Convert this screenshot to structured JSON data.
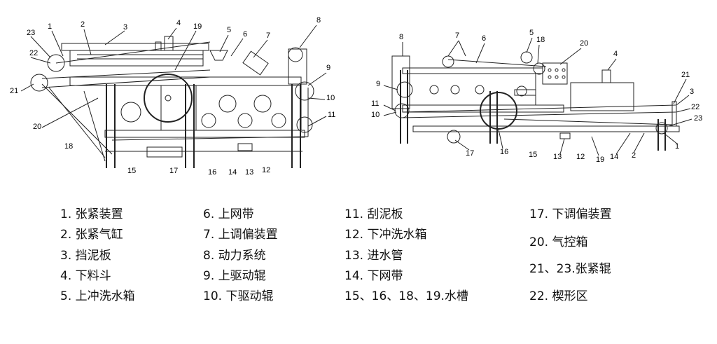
{
  "left_callouts": [
    "1",
    "2",
    "3",
    "4",
    "5",
    "6",
    "7",
    "8",
    "9",
    "10",
    "11",
    "12",
    "13",
    "14",
    "15",
    "16",
    "17",
    "18",
    "19",
    "20",
    "21",
    "22",
    "23"
  ],
  "right_callouts": [
    "1",
    "2",
    "3",
    "4",
    "5",
    "6",
    "7",
    "8",
    "9",
    "10",
    "11",
    "12",
    "13",
    "14",
    "15",
    "16",
    "17",
    "18",
    "19",
    "20",
    "21",
    "22",
    "23"
  ],
  "legend": {
    "col1": [
      "1.  张紧装置",
      "2.  张紧气缸",
      "3.  挡泥板",
      "4.  下料斗",
      "5.  上冲洗水箱"
    ],
    "col2": [
      "6.  上网带",
      "7.  上调偏装置",
      "8.  动力系统",
      "9.  上驱动辊",
      "10. 下驱动辊"
    ],
    "col3": [
      "11. 刮泥板",
      "12. 下冲洗水箱",
      "13. 进水管",
      "14. 下网带",
      "15、16、18、19.水槽"
    ],
    "col4": [
      "17.  下调偏装置",
      "20.  气控箱",
      "21、23.张紧辊",
      "22.  楔形区"
    ]
  }
}
